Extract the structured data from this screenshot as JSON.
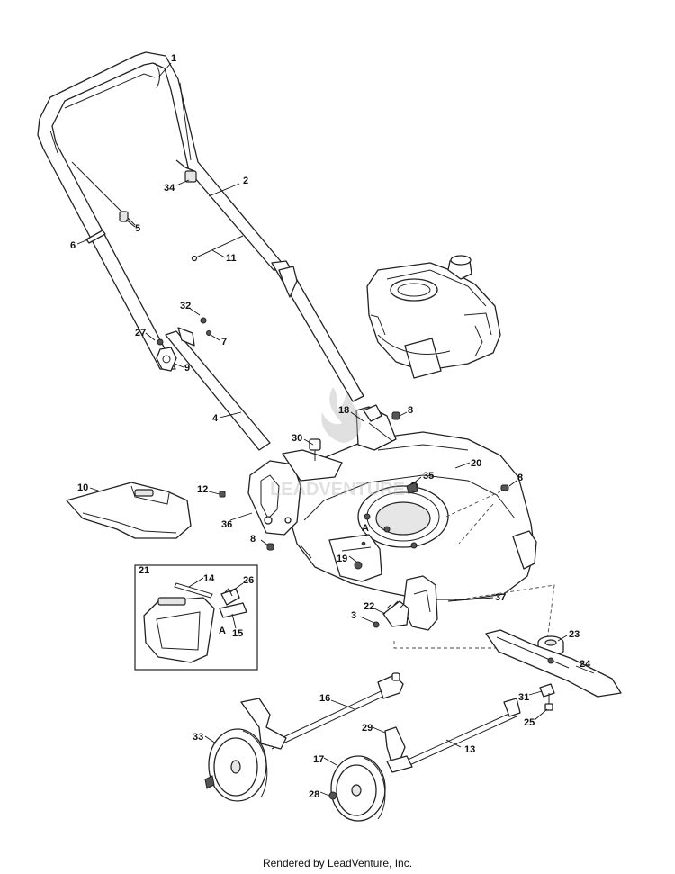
{
  "footer_text": "Rendered by LeadVenture, Inc.",
  "watermark": {
    "text": "LEADVENTURE"
  },
  "callouts": [
    "1",
    "2",
    "34",
    "5",
    "6",
    "11",
    "32",
    "27",
    "7",
    "9",
    "4",
    "18",
    "8",
    "30",
    "20",
    "12",
    "35",
    "8",
    "10",
    "36",
    "8",
    "A",
    "19",
    "21",
    "14",
    "26",
    "A",
    "15",
    "22",
    "3",
    "37",
    "23",
    "24",
    "16",
    "31",
    "25",
    "29",
    "33",
    "13",
    "17",
    "28"
  ],
  "group_labels": {
    "inset": "21",
    "ref_a": "A"
  }
}
